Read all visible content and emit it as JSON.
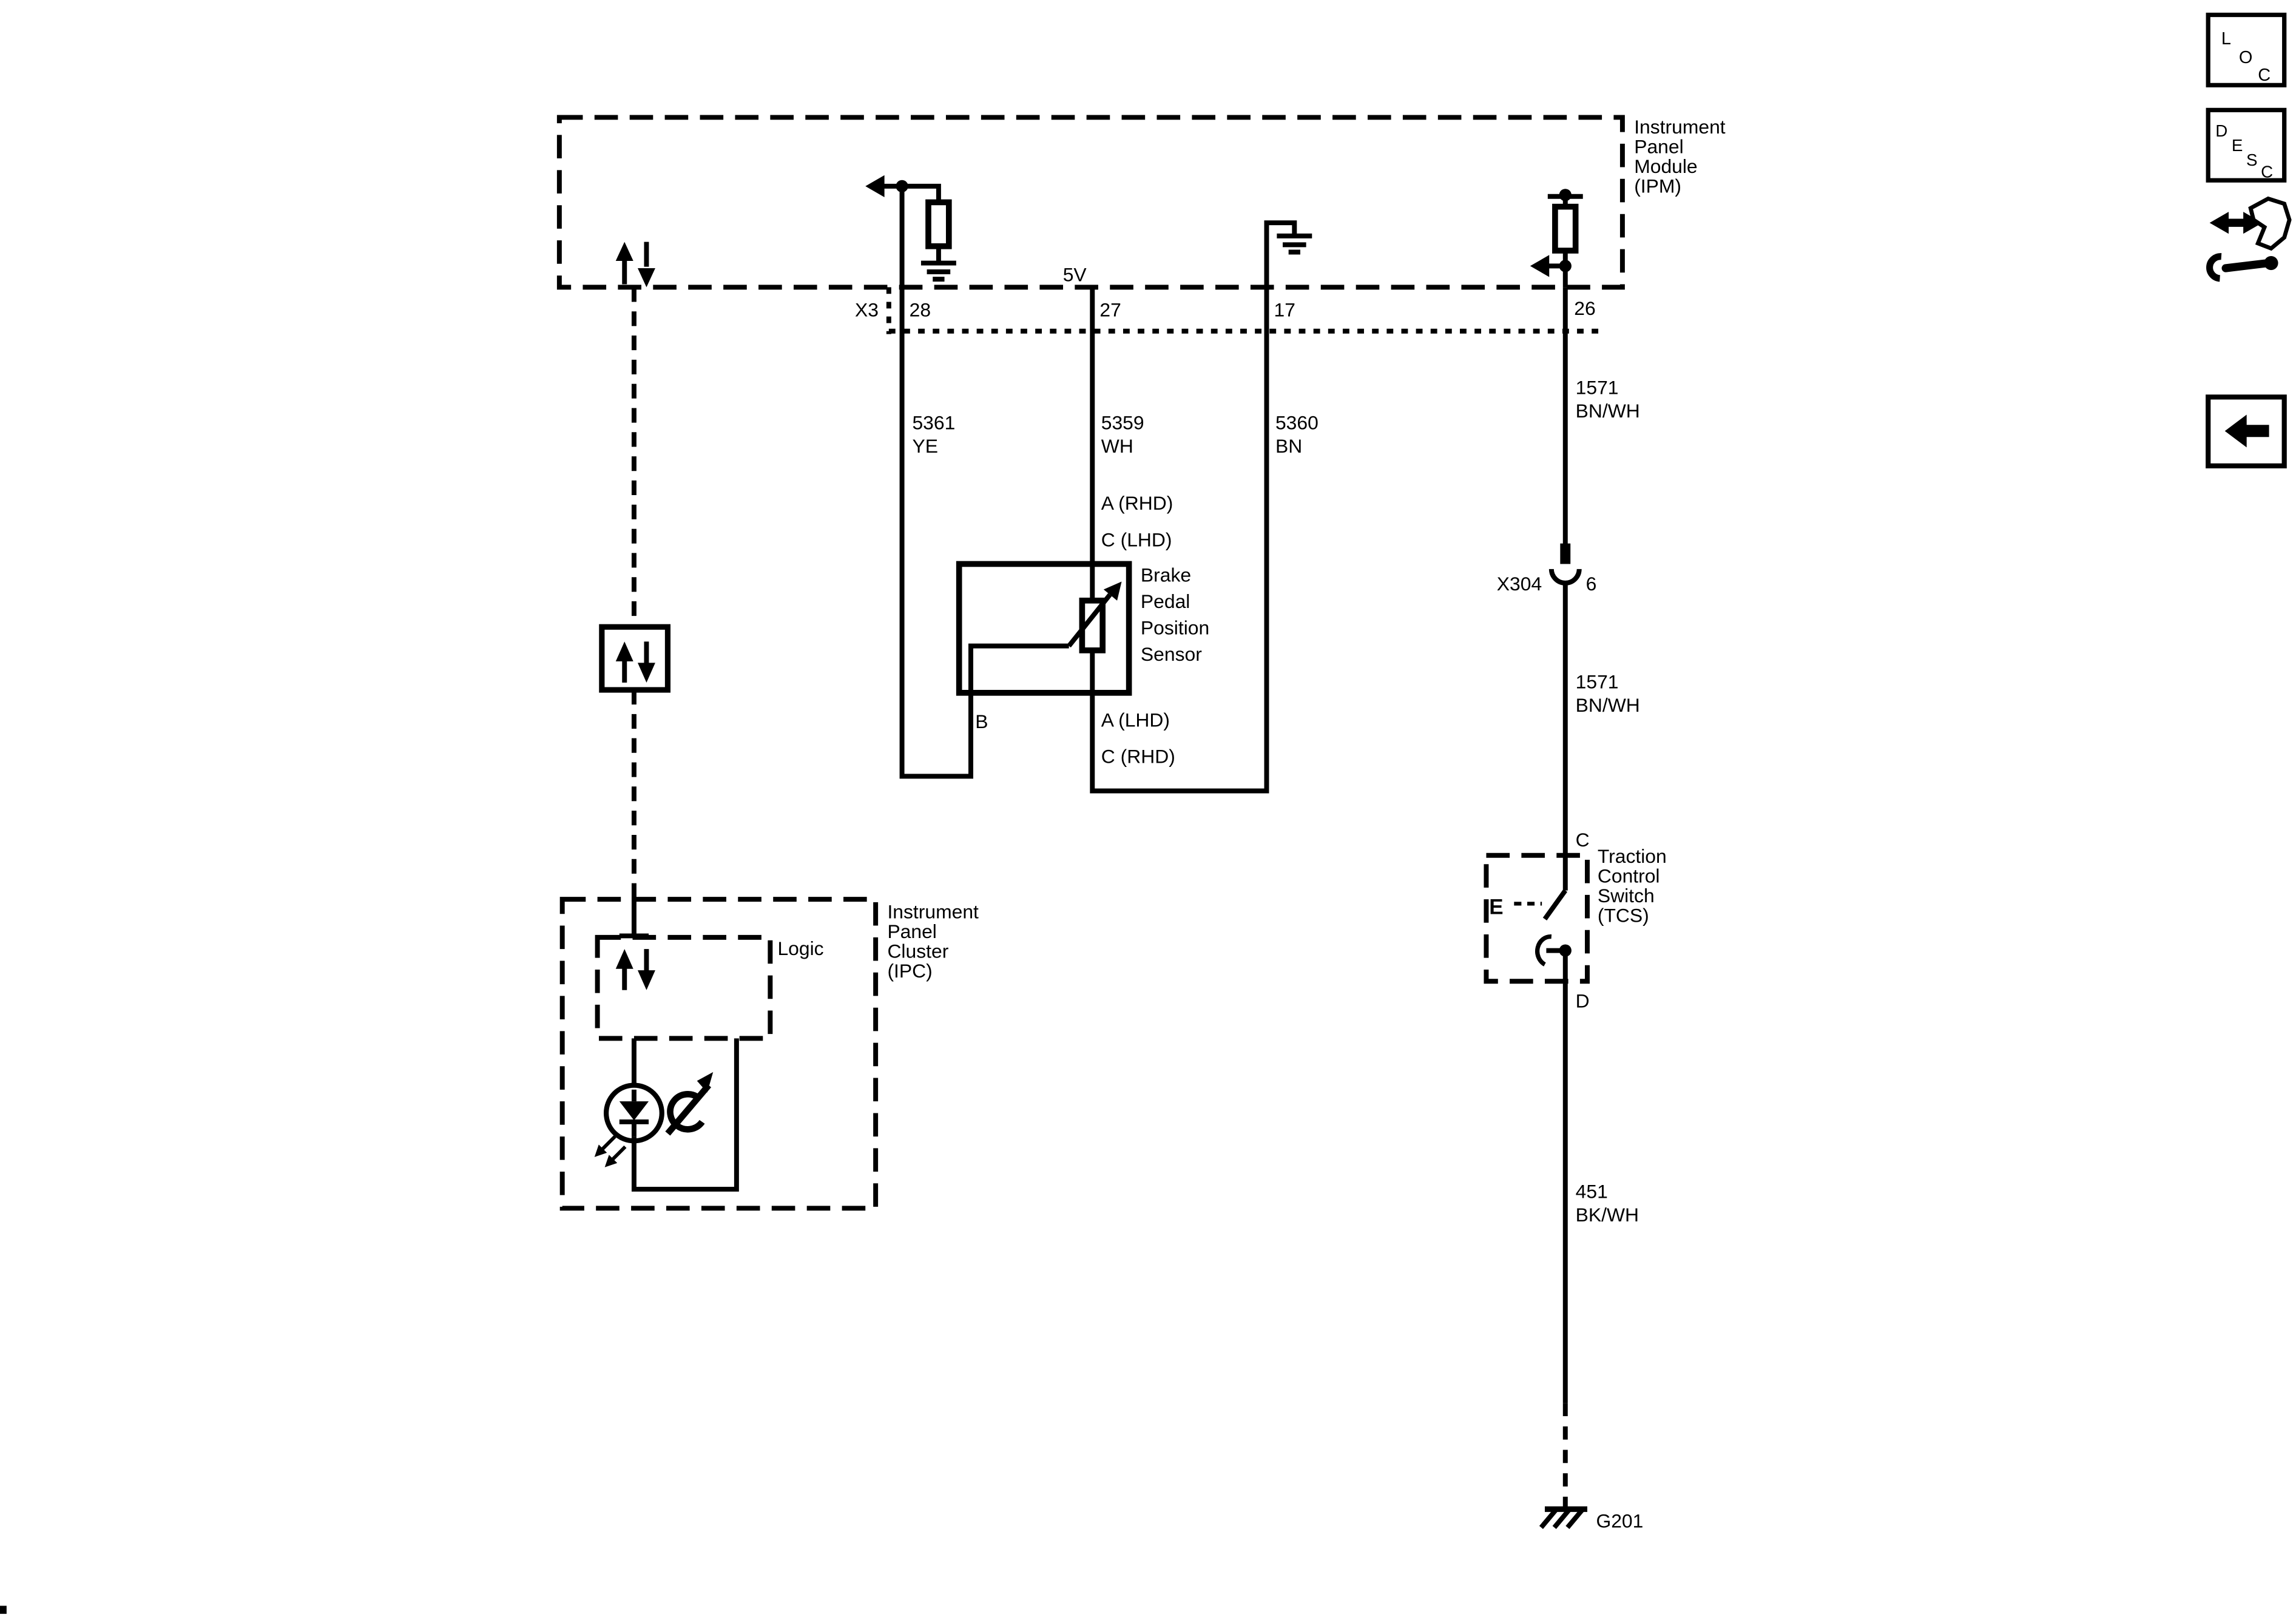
{
  "colors": {
    "ink": "#000000",
    "background": "#ffffff"
  },
  "ipm": {
    "label_lines": [
      "Instrument",
      "Panel",
      "Module",
      "(IPM)"
    ]
  },
  "connector_x3": {
    "name": "X3",
    "pin_28": "28",
    "pin_27": "27",
    "pin_17": "17",
    "pin_26": "26",
    "supply_label": "5V"
  },
  "wires": {
    "w5361": {
      "circuit": "5361",
      "color_code": "YE"
    },
    "w5359": {
      "circuit": "5359",
      "color_code": "WH"
    },
    "w5360": {
      "circuit": "5360",
      "color_code": "BN"
    },
    "w1571_upper": {
      "circuit": "1571",
      "color_code": "BN/WH"
    },
    "w1571_lower": {
      "circuit": "1571",
      "color_code": "BN/WH"
    },
    "w451": {
      "circuit": "451",
      "color_code": "BK/WH"
    }
  },
  "bpps": {
    "pin_a_top": "A (RHD)",
    "pin_c_top": "C (LHD)",
    "pin_b": "B",
    "pin_a_bottom": "A (LHD)",
    "pin_c_bottom": "C (RHD)",
    "label_lines": [
      "Brake",
      "Pedal",
      "Position",
      "Sensor"
    ]
  },
  "x304": {
    "name": "X304",
    "pin": "6"
  },
  "tcs": {
    "pin_c": "C",
    "pin_d": "D",
    "pin_e": "E",
    "label_lines": [
      "Traction",
      "Control",
      "Switch",
      "(TCS)"
    ]
  },
  "ipc": {
    "label_lines": [
      "Instrument",
      "Panel",
      "Cluster",
      "(IPC)"
    ],
    "logic_label": "Logic"
  },
  "ground": {
    "name": "G201"
  },
  "toolbar": {
    "loc_letters": [
      "L",
      "O",
      "C"
    ],
    "desc_letters": [
      "D",
      "E",
      "S",
      "C"
    ]
  }
}
